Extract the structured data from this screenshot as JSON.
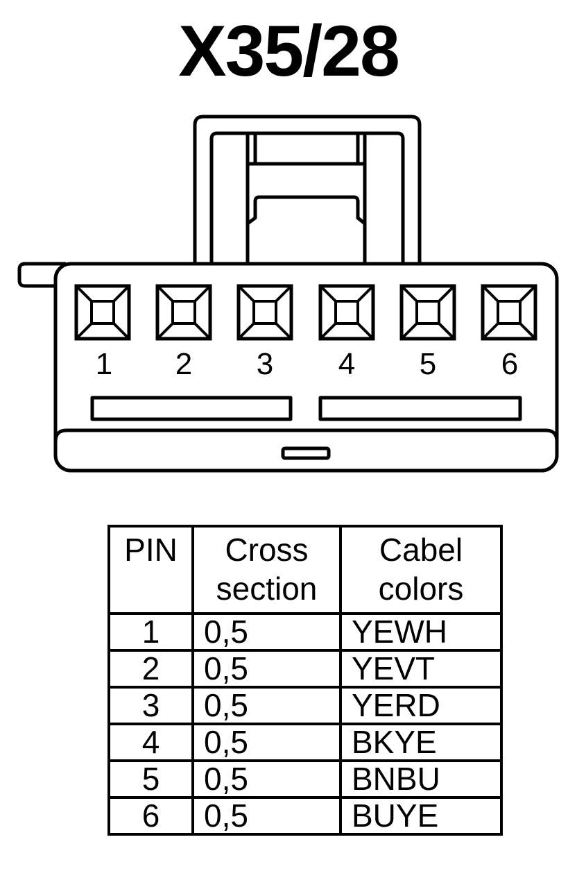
{
  "title": "X35/28",
  "pin_labels": [
    "1",
    "2",
    "3",
    "4",
    "5",
    "6"
  ],
  "table": {
    "headers": {
      "pin": "PIN",
      "cross_line1": "Cross",
      "cross_line2": "section",
      "colors_line1": "Cabel",
      "colors_line2": "colors"
    },
    "rows": [
      {
        "pin": "1",
        "cross_section": "0,5",
        "color": "YEWH"
      },
      {
        "pin": "2",
        "cross_section": "0,5",
        "color": "YEVT"
      },
      {
        "pin": "3",
        "cross_section": "0,5",
        "color": "YERD"
      },
      {
        "pin": "4",
        "cross_section": "0,5",
        "color": "BKYE"
      },
      {
        "pin": "5",
        "cross_section": "0,5",
        "color": "BNBU"
      },
      {
        "pin": "6",
        "cross_section": "0,5",
        "color": "BUYE"
      }
    ]
  }
}
